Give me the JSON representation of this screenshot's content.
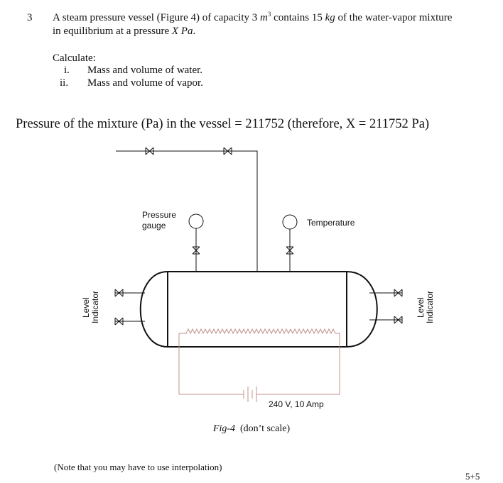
{
  "question": {
    "number": "3",
    "line1_a": "A steam pressure vessel (Figure 4) of capacity 3 ",
    "line1_unit": "m",
    "line1_sup": "3",
    "line1_b": " contains 15 ",
    "line1_kg": "kg",
    "line1_c": " of the water-vapor mixture",
    "line2": "in equilibrium at a pressure ",
    "line2_var": "X Pa",
    "line2_end": ".",
    "calculate_label": "Calculate:",
    "items": [
      {
        "num": "i.",
        "text": "Mass and volume of water."
      },
      {
        "num": "ii.",
        "text": "Mass and volume of vapor."
      }
    ]
  },
  "pressure_statement": "Pressure of the mixture (Pa) in the vessel = 211752 (therefore, X = 211752 Pa)",
  "figure": {
    "pressure_gauge_label_1": "Pressure",
    "pressure_gauge_label_2": "gauge",
    "temperature_label": "Temperature",
    "level_label_1": "Level",
    "level_label_2": "Indicator",
    "power_label": "240 V, 10 Amp",
    "caption_fig": "Fig-4",
    "caption_note": "(don’t scale)",
    "colors": {
      "lines": "#111111",
      "heater": "#c0908a"
    }
  },
  "note": "(Note that you may have to use interpolation)",
  "marks": "5+5"
}
